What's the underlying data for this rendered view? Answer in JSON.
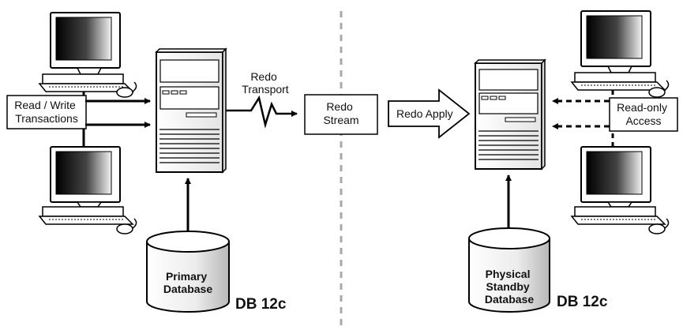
{
  "primary": {
    "read_write_label": [
      "Read / Write",
      "Transactions"
    ],
    "database_label": [
      "Primary",
      "Database"
    ],
    "version": "DB 12c"
  },
  "transport": {
    "redo_transport_label": [
      "Redo",
      "Transport"
    ],
    "redo_stream_label": [
      "Redo",
      "Stream"
    ]
  },
  "standby": {
    "redo_apply_label": "Redo Apply",
    "read_only_label": [
      "Read-only",
      "Access"
    ],
    "database_label": [
      "Physical",
      "Standby",
      "Database"
    ],
    "version": "DB 12c"
  }
}
